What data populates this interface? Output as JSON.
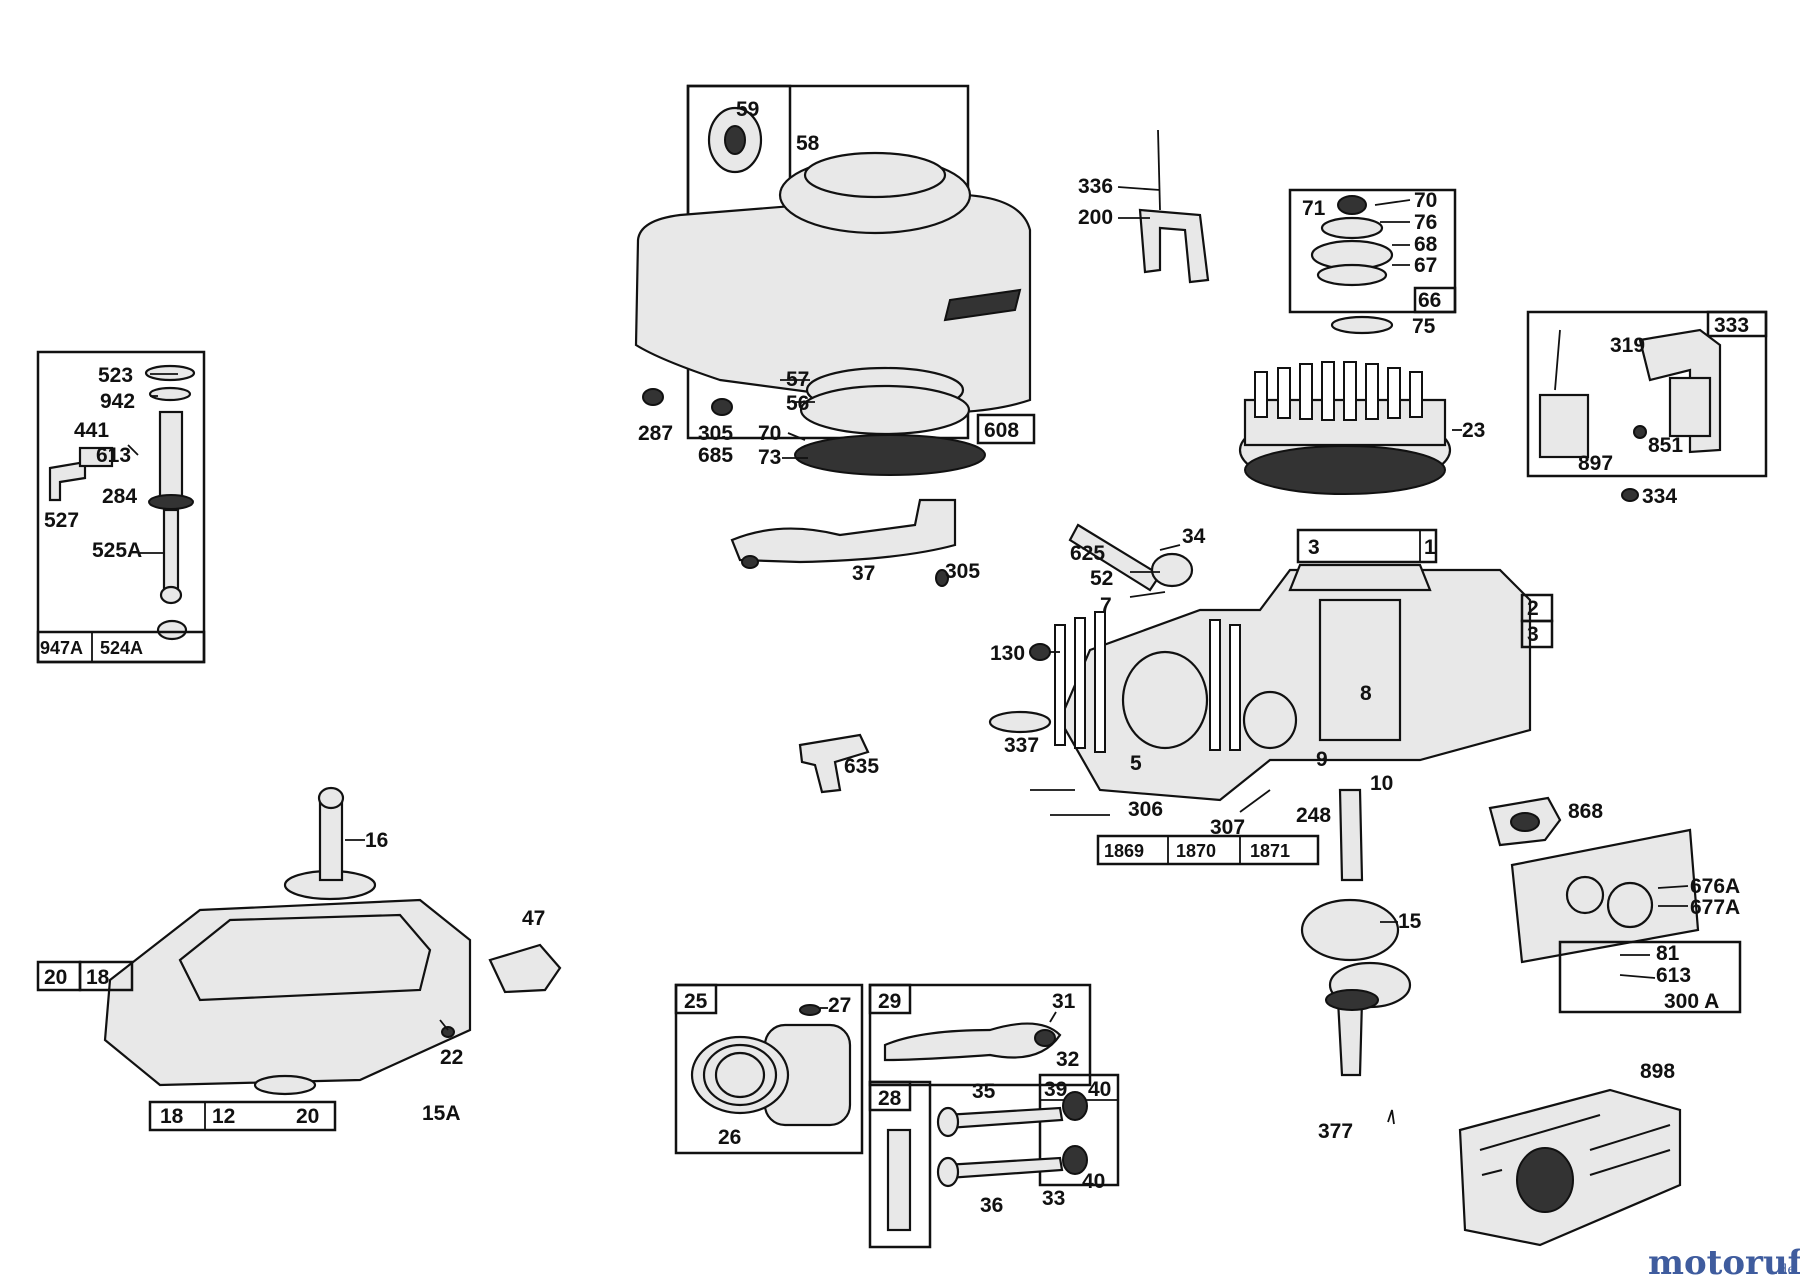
{
  "labels": {
    "l523": "523",
    "l942": "942",
    "l441": "441",
    "l613a": "613",
    "l284": "284",
    "l527": "527",
    "l525a": "525A",
    "l947a": "947A",
    "l524a": "524A",
    "l59": "59",
    "l58": "58",
    "l57": "57",
    "l56": "56",
    "l287": "287",
    "l305": "305",
    "l685": "685",
    "l70a": "70",
    "l73": "73",
    "l608": "608",
    "l37": "37",
    "l305b": "305",
    "l336": "336",
    "l200": "200",
    "l71": "71",
    "l70b": "70",
    "l76": "76",
    "l68": "68",
    "l67": "67",
    "l66": "66",
    "l75": "75",
    "l23": "23",
    "l319": "319",
    "l333": "333",
    "l851": "851",
    "l897": "897",
    "l334": "334",
    "l34": "34",
    "l625": "625",
    "l52": "52",
    "l7": "7",
    "l3": "3",
    "l1": "1",
    "l2": "2",
    "l3b": "3",
    "l130": "130",
    "l8": "8",
    "l337": "337",
    "l5": "5",
    "l9": "9",
    "l10": "10",
    "l306": "306",
    "l307": "307",
    "l248": "248",
    "l1869": "1869",
    "l1870": "1870",
    "l1871": "1871",
    "l635": "635",
    "l16": "16",
    "l47": "47",
    "l20a": "20",
    "l18a": "18",
    "l22": "22",
    "l15a": "15A",
    "l18b": "18",
    "l12": "12",
    "l20b": "20",
    "l25": "25",
    "l27": "27",
    "l26": "26",
    "l29": "29",
    "l31": "31",
    "l32": "32",
    "l28": "28",
    "l35": "35",
    "l36": "36",
    "l39": "39",
    "l40a": "40",
    "l33": "33",
    "l40b": "40",
    "l15b": "15",
    "l377": "377",
    "l868": "868",
    "l676a": "676A",
    "l677a": "677A",
    "l81": "81",
    "l613b": "613",
    "l300a": "300 A",
    "l898": "898"
  },
  "watermark": {
    "main": "motoruf",
    "sub": ".de"
  }
}
